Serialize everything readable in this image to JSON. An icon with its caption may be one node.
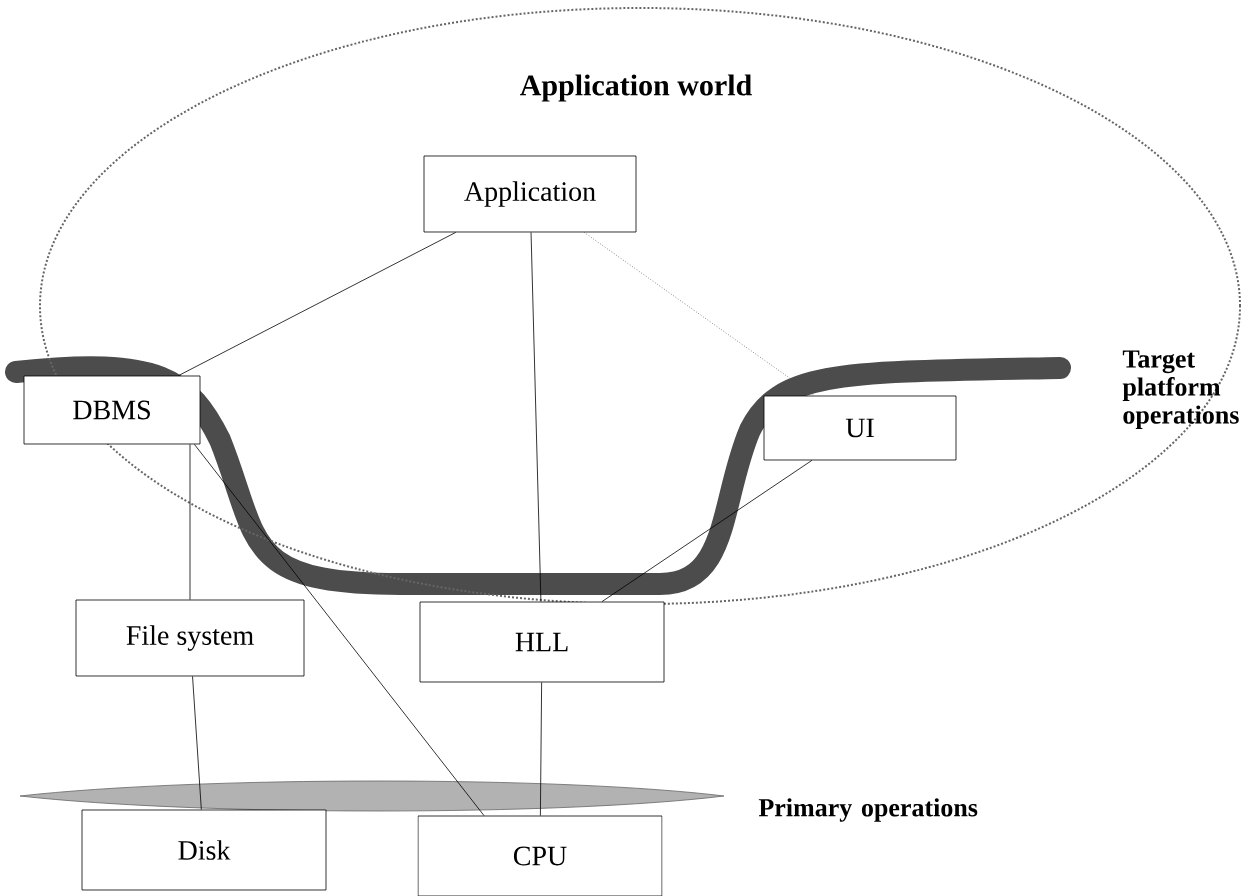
{
  "diagram": {
    "nodes": [
      {
        "text": [
          "Application world"
        ]
      },
      {
        "text": [
          "Application"
        ],
        "in": 0
      },
      {
        "text": [
          "DBMS"
        ]
      },
      {
        "text": [
          "UI"
        ],
        "in": 0
      },
      {
        "text": [
          "File system"
        ]
      },
      {
        "text": [
          "HLL"
        ]
      },
      {
        "text": [
          "Disk"
        ]
      },
      {
        "text": [
          "CPU"
        ]
      }
    ],
    "edges": [
      {
        "from": 1,
        "to": 2,
        "arrow": "none"
      },
      {
        "from": 1,
        "to": 5,
        "arrow": "none"
      },
      {
        "from": 1,
        "to": 3,
        "arrow": "none",
        "style": "dashed"
      },
      {
        "from": 3,
        "to": 5,
        "arrow": "none"
      },
      {
        "from": 2,
        "to": 4,
        "arrow": "none"
      },
      {
        "from": 2,
        "to": 7,
        "arrow": "none"
      },
      {
        "from": 4,
        "to": 6,
        "arrow": "none"
      },
      {
        "from": 5,
        "to": 7,
        "arrow": "none"
      }
    ],
    "labels": [
      "Target platform operations",
      "Primary operations"
    ]
  }
}
